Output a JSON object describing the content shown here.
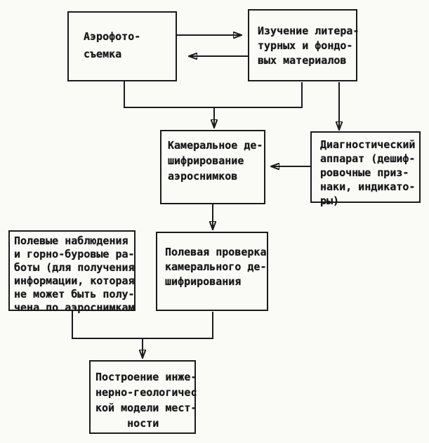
{
  "palette": {
    "paper": "#fafaf7",
    "ink": "#1b1b1b"
  },
  "diagram": {
    "type": "flowchart",
    "language": "ru",
    "nodes": [
      {
        "id": "aerial-survey",
        "text": "Аэрофото-\nсъемка"
      },
      {
        "id": "literature-study",
        "text": "Изучение литера-\nтурных и фондо-\nвых материалов"
      },
      {
        "id": "desk-interpretation",
        "text": "Камеральное де-\nшифрирование\nаэроснимков"
      },
      {
        "id": "diagnostic-apparatus",
        "text": "Диагностический\nаппарат (дешиф-\nровочные приз-\nнаки, индикато-\nры)"
      },
      {
        "id": "field-observations",
        "text": "Полевые наблюдения\nи горно-буровые ра-\nботы (для получения\nинформации, которая\nне может быть полу-\nчена по аэроснимкам"
      },
      {
        "id": "field-check",
        "text": "Полевая проверка\nкамерального де-\nшифрирования"
      },
      {
        "id": "terrain-model",
        "text": "Построение инже-\nнерно-геологичес\nкой модели мест-\n     ности"
      }
    ],
    "edges": [
      {
        "from": "aerial-survey",
        "to": "literature-study",
        "style": "arrow"
      },
      {
        "from": "literature-study",
        "to": "aerial-survey",
        "style": "arrow"
      },
      {
        "from": "aerial-survey",
        "to": "desk-interpretation",
        "style": "arrow"
      },
      {
        "from": "literature-study",
        "to": "desk-interpretation",
        "style": "arrow"
      },
      {
        "from": "literature-study",
        "to": "diagnostic-apparatus",
        "style": "arrow"
      },
      {
        "from": "diagnostic-apparatus",
        "to": "desk-interpretation",
        "style": "arrow"
      },
      {
        "from": "desk-interpretation",
        "to": "field-check",
        "style": "arrow"
      },
      {
        "from": "field-observations",
        "to": "terrain-model",
        "style": "arrow"
      },
      {
        "from": "field-check",
        "to": "terrain-model",
        "style": "arrow"
      }
    ]
  }
}
